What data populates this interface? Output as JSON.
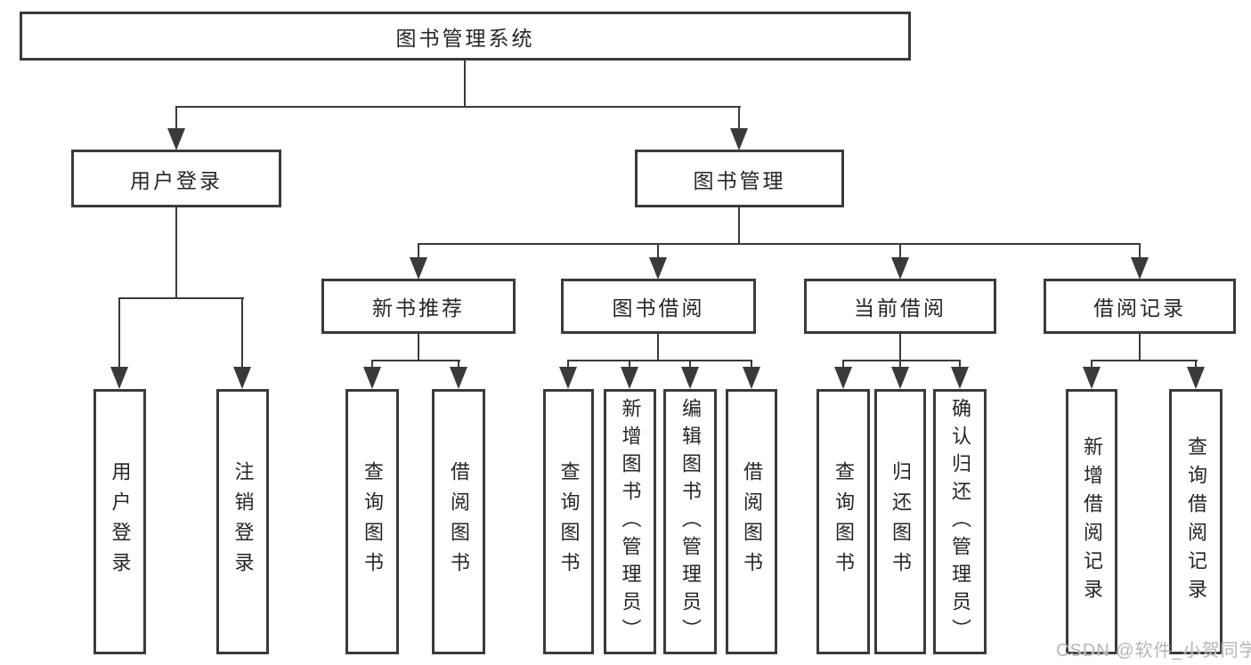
{
  "nodes": {
    "root": "图书管理系统",
    "user_login": "用户登录",
    "book_management": "图书管理",
    "new_book_recommend": "新书推荐",
    "book_borrow": "图书借阅",
    "current_borrow": "当前借阅",
    "borrow_records": "借阅记录"
  },
  "leaves": {
    "user_login": "用户登录",
    "logout": "注销登录",
    "recommend_query_books": "查询图书",
    "recommend_borrow_books": "借阅图书",
    "borrow_query_books": "查询图书",
    "borrow_add_books": "新增图书（管理员）",
    "borrow_edit_books": "编辑图书（管理员）",
    "borrow_borrow_books": "借阅图书",
    "current_query_books": "查询图书",
    "current_return_books": "归还图书",
    "current_confirm_return": "确认归还（管理员）",
    "records_add_record": "新增借阅记录",
    "records_query_record": "查询借阅记录"
  },
  "watermark": "CSDN @软件_小贺同学",
  "colors": {
    "line": "#3a3a3a",
    "text": "#262626",
    "watermark": "#b6b6b6",
    "background": "#ffffff"
  }
}
